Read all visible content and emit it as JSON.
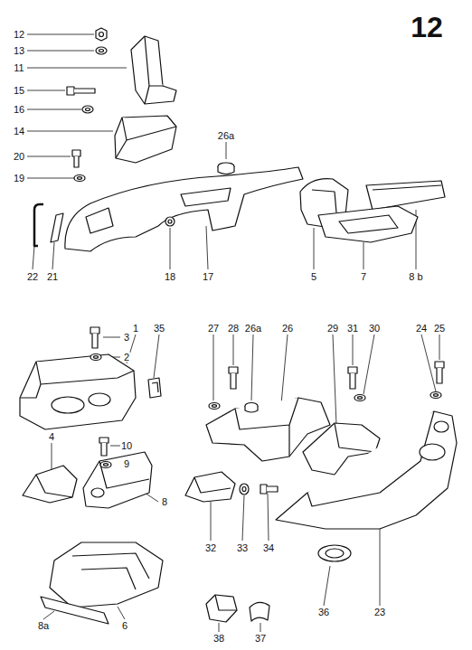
{
  "diagram": {
    "labels": [
      "12",
      "12",
      "13",
      "11",
      "15",
      "16",
      "14",
      "26a",
      "20",
      "19",
      "22",
      "21",
      "18",
      "17",
      "5",
      "7",
      "8 b",
      "3",
      "2",
      "1",
      "35",
      "27",
      "28",
      "26a",
      "26",
      "29",
      "31",
      "30",
      "24",
      "25",
      "4",
      "10",
      "9",
      "8",
      "32",
      "33",
      "34",
      "36",
      "23",
      "8a",
      "6",
      "38",
      "37"
    ]
  }
}
